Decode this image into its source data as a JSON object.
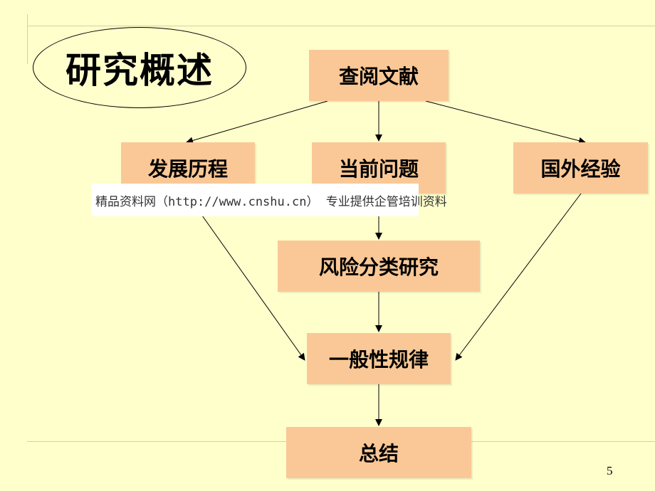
{
  "slide": {
    "title": "研究概述",
    "watermark": "精品资料网（http://www.cnshu.cn） 专业提供企管培训资料",
    "page_number": "5"
  },
  "nodes": {
    "literature": "查阅文献",
    "history": "发展历程",
    "current_issues": "当前问题",
    "foreign_experience": "国外经验",
    "risk_classification": "风险分类研究",
    "general_rules": "一般性规律",
    "summary": "总结"
  },
  "colors": {
    "background": "#FFFFCC",
    "box_fill": "#FAC896",
    "guide_line": "#D9CFA0"
  }
}
